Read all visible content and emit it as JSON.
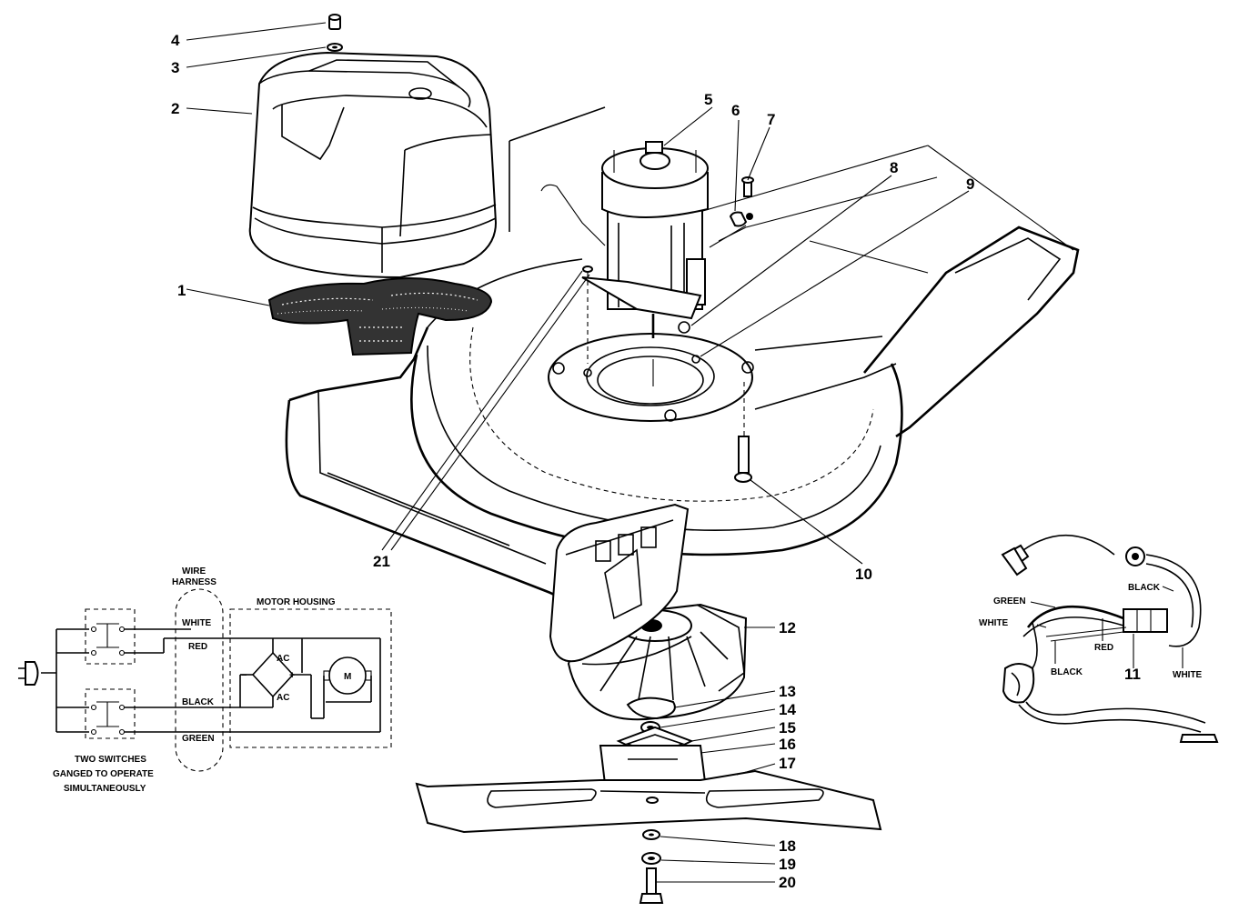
{
  "callouts": [
    "1",
    "2",
    "3",
    "4",
    "5",
    "6",
    "7",
    "8",
    "9",
    "10",
    "11",
    "12",
    "13",
    "14",
    "15",
    "16",
    "17",
    "18",
    "19",
    "20",
    "21"
  ],
  "schematic": {
    "wire_harness": [
      "WIRE",
      "HARNESS"
    ],
    "motor_housing": "MOTOR HOUSING",
    "wires": {
      "white": "WHITE",
      "red": "RED",
      "black": "BLACK",
      "green": "GREEN"
    },
    "ac_top": "AC",
    "ac_bottom": "AC",
    "minus": "−",
    "plus": "+",
    "motor": "M",
    "switch_note": [
      "TWO SWITCHES",
      "GANGED TO OPERATE",
      "SIMULTANEOUSLY"
    ]
  },
  "harness_detail": {
    "green": "GREEN",
    "white_left": "WHITE",
    "black_top": "BLACK",
    "red": "RED",
    "black_bottom": "BLACK",
    "white_right": "WHITE"
  }
}
